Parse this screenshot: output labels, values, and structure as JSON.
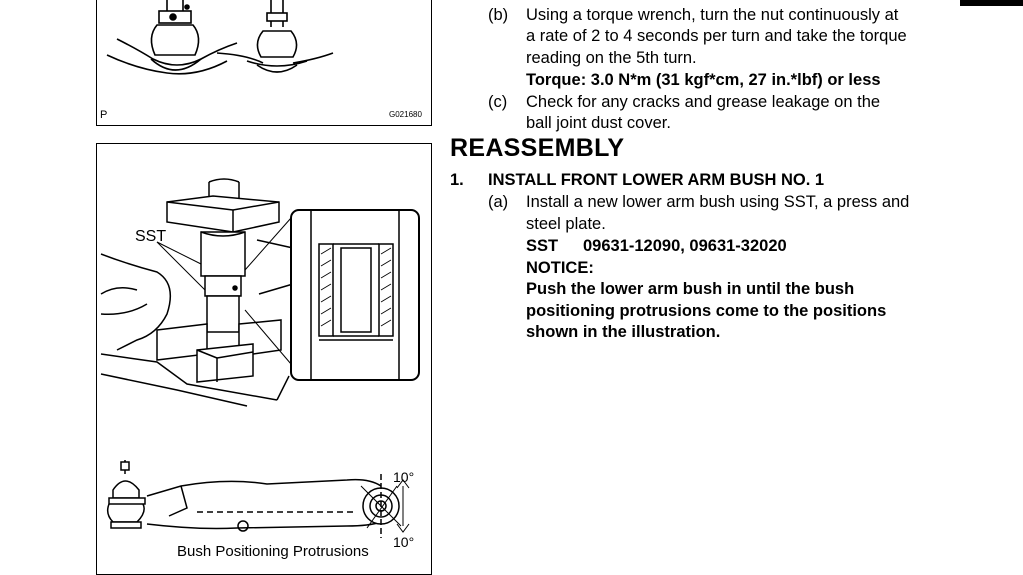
{
  "figure_top": {
    "code": "G021680",
    "corner_letter": "P"
  },
  "figure_bottom": {
    "sst_label": "SST",
    "angle_top": "10°",
    "angle_bottom": "10°",
    "caption": "Bush Positioning Protrusions"
  },
  "step_b": {
    "marker": "(b)",
    "lines": [
      "Using a torque wrench, turn the nut continuously at",
      "a rate of 2 to 4 seconds per turn and take the torque",
      "reading on the 5th turn."
    ],
    "torque": "Torque: 3.0 N*m (31 kgf*cm, 27 in.*lbf)  or less"
  },
  "step_c": {
    "marker": "(c)",
    "lines": [
      "Check for any cracks and grease leakage on the",
      "ball joint dust cover."
    ]
  },
  "section": {
    "heading": "REASSEMBLY"
  },
  "step_1": {
    "number": "1.",
    "title": "INSTALL FRONT LOWER ARM BUSH NO. 1"
  },
  "step_1a": {
    "marker": "(a)",
    "lines": [
      "Install a new lower arm bush using SST, a press and",
      "steel plate."
    ],
    "sst_label": "SST",
    "sst_value": "09631-12090, 09631-32020",
    "notice_label": "NOTICE:",
    "notice_lines": [
      "Push the lower arm bush in until the bush",
      "positioning protrusions come to the positions",
      "shown in the illustration."
    ]
  }
}
